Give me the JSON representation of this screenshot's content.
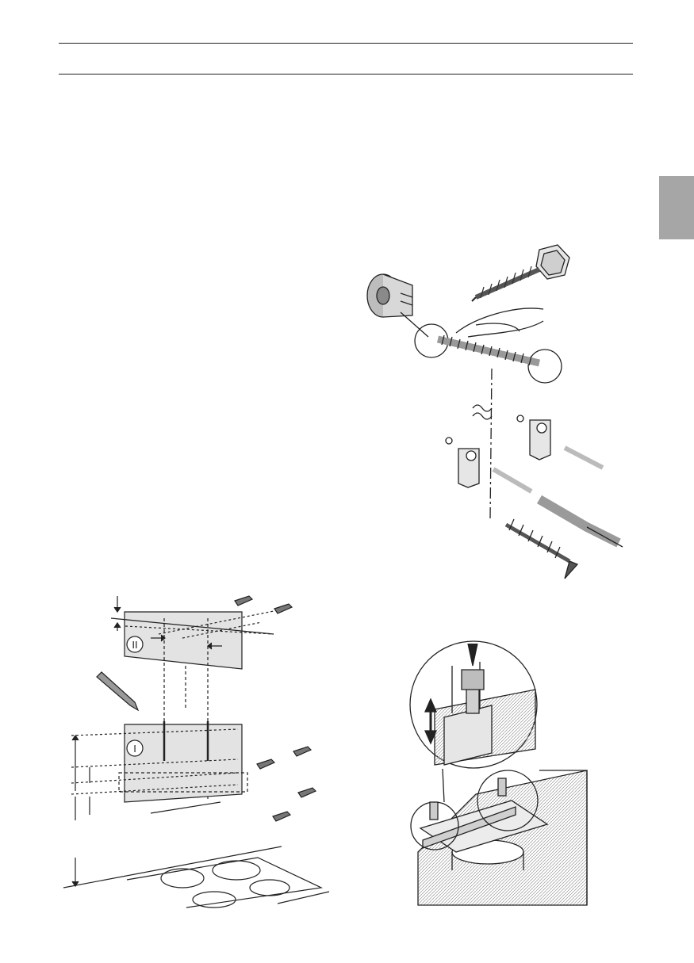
{
  "page": {
    "header_rule": "top",
    "footer_rule": "below header",
    "language_tab_color": "#a6a6a6"
  },
  "figures": {
    "screw_and_rod": {
      "icon": "screw-rail-assembly-illustration"
    },
    "wall_template": {
      "icon": "wall-drilling-template-illustration",
      "panel_upper_label": "II",
      "panel_lower_label": "I"
    },
    "bracket_adjust": {
      "icon": "bracket-height-adjust-illustration"
    }
  }
}
